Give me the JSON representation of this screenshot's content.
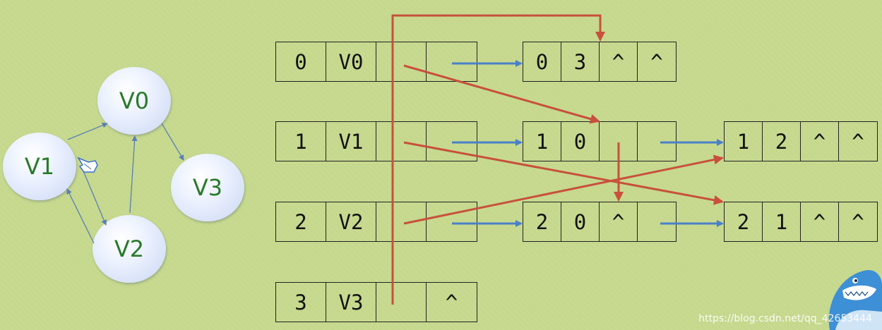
{
  "graph": {
    "nodes": [
      {
        "id": "v0",
        "label": "V0"
      },
      {
        "id": "v1",
        "label": "V1"
      },
      {
        "id": "v2",
        "label": "V2"
      },
      {
        "id": "v3",
        "label": "V3"
      }
    ]
  },
  "vertex_table": [
    {
      "index": "0",
      "name": "V0",
      "in": "",
      "out": ""
    },
    {
      "index": "1",
      "name": "V1",
      "in": "",
      "out": ""
    },
    {
      "index": "2",
      "name": "V2",
      "in": "",
      "out": ""
    },
    {
      "index": "3",
      "name": "V3",
      "in": "",
      "out": "^"
    }
  ],
  "arc_nodes": [
    {
      "tail": "0",
      "head": "3",
      "hlink": "^",
      "tlink": "^"
    },
    {
      "tail": "1",
      "head": "0",
      "hlink": "",
      "tlink": ""
    },
    {
      "tail": "2",
      "head": "0",
      "hlink": "^",
      "tlink": ""
    },
    {
      "tail": "1",
      "head": "2",
      "hlink": "^",
      "tlink": "^"
    },
    {
      "tail": "2",
      "head": "1",
      "hlink": "^",
      "tlink": "^"
    }
  ],
  "colors": {
    "link_blue": "#4a80c8",
    "link_red": "#c8503c",
    "node_text": "#2a7a2a"
  },
  "watermark": "https://blog.csdn.net/qq_42653444"
}
